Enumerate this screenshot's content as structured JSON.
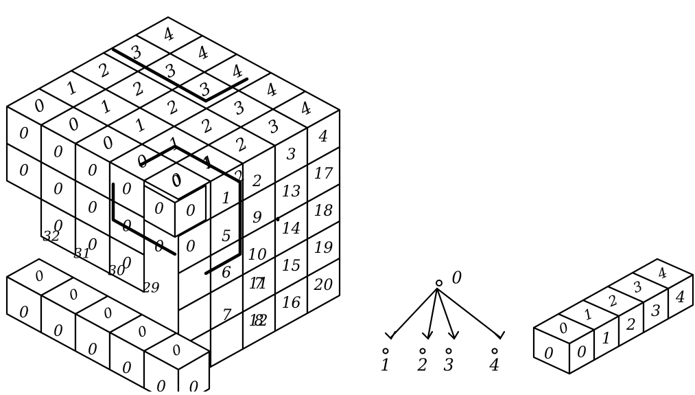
{
  "big_cube": {
    "top_face": [
      [
        "0",
        "1",
        "2",
        "3",
        "4"
      ],
      [
        "0",
        "1",
        "2",
        "3",
        "4"
      ],
      [
        "0",
        "1",
        "2",
        "3",
        "4"
      ],
      [
        "0",
        "1",
        "2",
        "3",
        "4"
      ],
      [
        "0",
        "1",
        "2",
        "3",
        "4"
      ]
    ],
    "left_face_top_rows": [
      [
        "0",
        "0",
        "0",
        "0"
      ],
      [
        "0",
        "0",
        "0",
        "0"
      ],
      [
        "0",
        "0",
        "0",
        "0"
      ]
    ],
    "inner_block": {
      "top": [
        "0",
        "1",
        "2"
      ],
      "front": [
        [
          "0",
          "0"
        ],
        [
          "0",
          "0"
        ]
      ],
      "right": [
        [
          "1",
          "2"
        ],
        [
          "5",
          "9"
        ],
        [
          "6",
          "10"
        ]
      ]
    },
    "notch_back_labels": [
      "32",
      "31",
      "30",
      "29"
    ],
    "bottom_tray_top": [
      "0",
      "0",
      "0",
      "0",
      "0"
    ],
    "bottom_tray_front": [
      "0",
      "0",
      "0",
      "0",
      "0",
      "0"
    ],
    "right_face": [
      [
        "3",
        "4"
      ],
      [
        "13",
        "17"
      ],
      [
        "14",
        "18"
      ],
      [
        "15",
        "19"
      ],
      [
        "16",
        "20"
      ]
    ],
    "right_face_lower_col2": [
      "7",
      "7",
      "8"
    ],
    "right_face_lower_col3": [
      "11",
      "12"
    ]
  },
  "tree": {
    "root": "0",
    "children": [
      "1",
      "2",
      "3",
      "4"
    ]
  },
  "row_of_cubes": {
    "top": [
      "0",
      "1",
      "2",
      "3",
      "4"
    ],
    "front": [
      "0",
      "0",
      "1",
      "2",
      "3",
      "4"
    ]
  }
}
